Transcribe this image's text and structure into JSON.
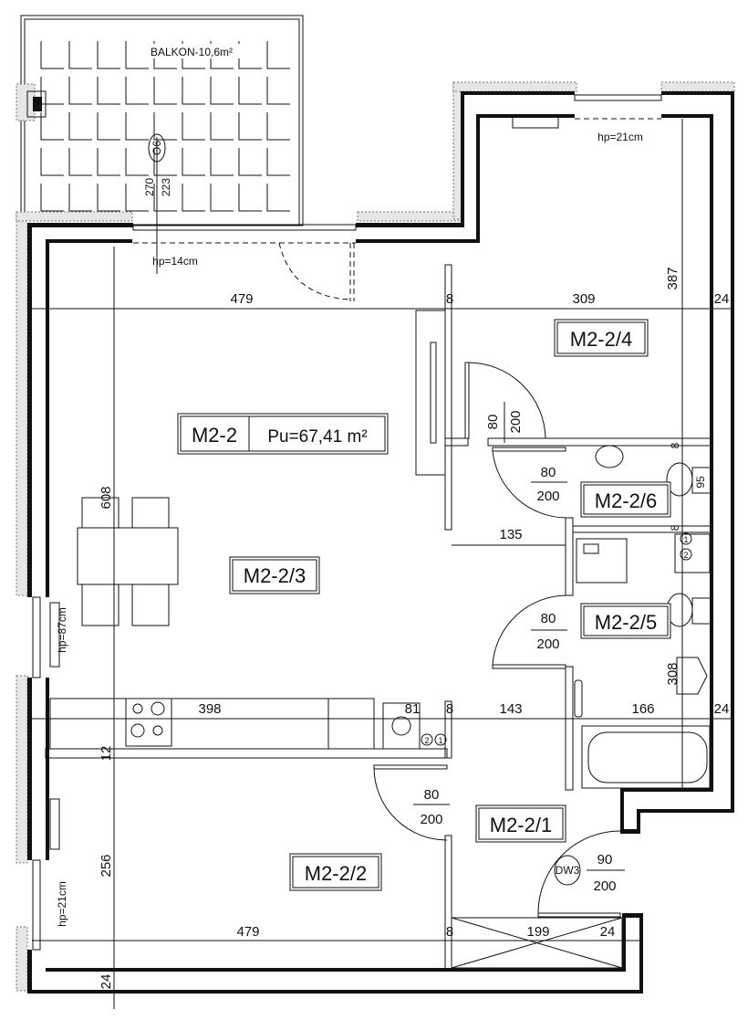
{
  "colors": {
    "line": "#111111",
    "insulation": "#e6e6e6",
    "background": "#ffffff"
  },
  "balcony": {
    "label": "BALKON-10,6m²",
    "window_tag": "O6",
    "height_270": "270",
    "height_223": "223"
  },
  "sill_heights": {
    "balcony_door": "hp=14cm",
    "top_right_window": "hp=21cm",
    "left_window": "hp=87cm",
    "left_lower_window": "hp=21cm"
  },
  "rooms": {
    "apartment": {
      "id": "M2-2",
      "area": "Pu=67,41  m²"
    },
    "r1": "M2-2/1",
    "r2": "M2-2/2",
    "r3": "M2-2/3",
    "r4": "M2-2/4",
    "r5": "M2-2/5",
    "r6": "M2-2/6"
  },
  "doors": [
    {
      "width": "80",
      "height": "200"
    },
    {
      "width": "80",
      "height": "200"
    },
    {
      "width": "80",
      "height": "200"
    },
    {
      "width": "80",
      "height": "200"
    },
    {
      "tag": "DW3",
      "width": "90",
      "height": "200"
    }
  ],
  "appliances": {
    "one": "1",
    "two": "2"
  },
  "dimensions": {
    "top": [
      "479",
      "8",
      "309",
      "24"
    ],
    "v387": "387",
    "v608": "608",
    "d135": "135",
    "v95": "95",
    "d8a": "8",
    "d8b": "8",
    "mid": [
      "398",
      "81",
      "8",
      "143",
      "166",
      "24"
    ],
    "v12": "12",
    "v308": "308",
    "v256": "256",
    "bottom": [
      "479",
      "8",
      "199",
      "24"
    ],
    "v24": "24"
  }
}
